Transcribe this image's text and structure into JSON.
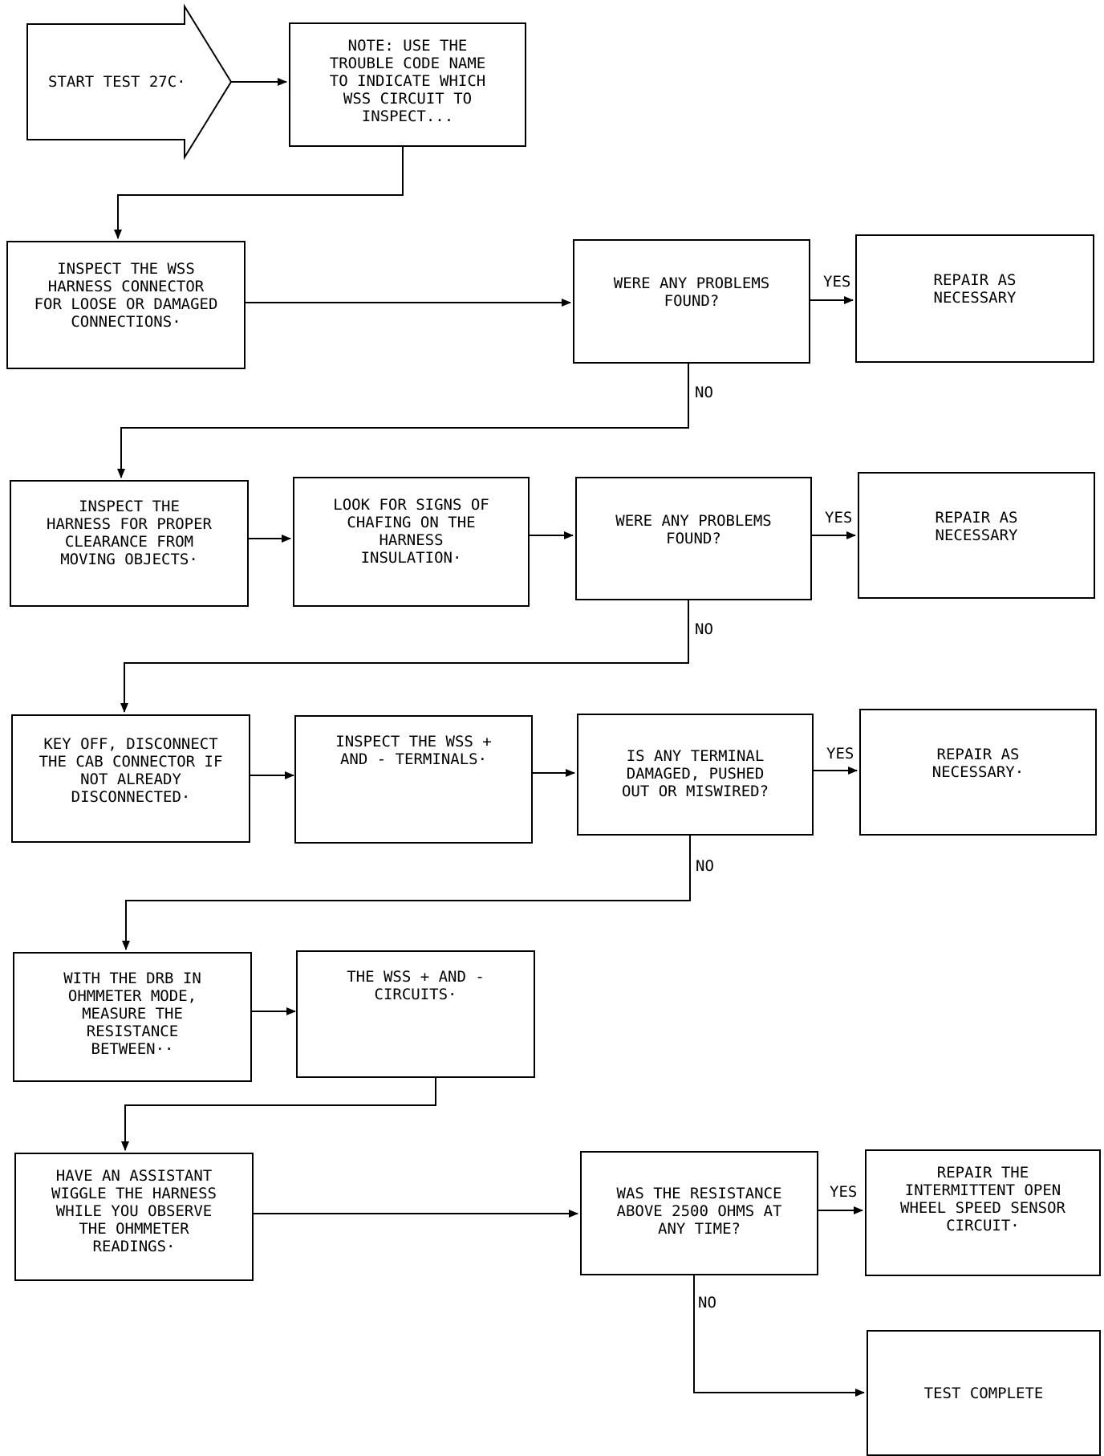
{
  "diagram": {
    "start": "START TEST 27C·",
    "note": "NOTE: USE THE\nTROUBLE CODE NAME\nTO INDICATE WHICH\nWSS CIRCUIT TO\nINSPECT...",
    "row1": {
      "inspect": "INSPECT THE WSS\nHARNESS CONNECTOR\nFOR LOOSE OR DAMAGED\nCONNECTIONS·",
      "question": "WERE ANY PROBLEMS\nFOUND?",
      "repair": "REPAIR AS\nNECESSARY"
    },
    "row2": {
      "inspect": "INSPECT THE\nHARNESS FOR PROPER\nCLEARANCE FROM\nMOVING OBJECTS·",
      "look": "LOOK FOR SIGNS OF\nCHAFING ON THE\nHARNESS\nINSULATION·",
      "question": "WERE ANY PROBLEMS\nFOUND?",
      "repair": "REPAIR AS\nNECESSARY"
    },
    "row3": {
      "key_off": "KEY OFF, DISCONNECT\nTHE CAB CONNECTOR IF\nNOT ALREADY\nDISCONNECTED·",
      "inspect_terminals": "INSPECT THE WSS +\nAND - TERMINALS·",
      "question": "IS ANY TERMINAL\nDAMAGED, PUSHED\nOUT OR MISWIRED?",
      "repair": "REPAIR AS\nNECESSARY·"
    },
    "row4": {
      "measure": "WITH THE DRB IN\nOHMMETER MODE,\nMEASURE THE\nRESISTANCE\nBETWEEN··",
      "circuits": "THE WSS + AND -\nCIRCUITS·"
    },
    "row5": {
      "wiggle": "HAVE AN ASSISTANT\nWIGGLE THE HARNESS\nWHILE YOU OBSERVE\nTHE OHMMETER\nREADINGS·",
      "question": "WAS THE RESISTANCE\nABOVE 2500 OHMS AT\nANY TIME?",
      "repair": "REPAIR THE\nINTERMITTENT OPEN\nWHEEL SPEED SENSOR\nCIRCUIT·"
    },
    "complete": "TEST COMPLETE",
    "yes_label": "YES",
    "no_label": "NO"
  }
}
